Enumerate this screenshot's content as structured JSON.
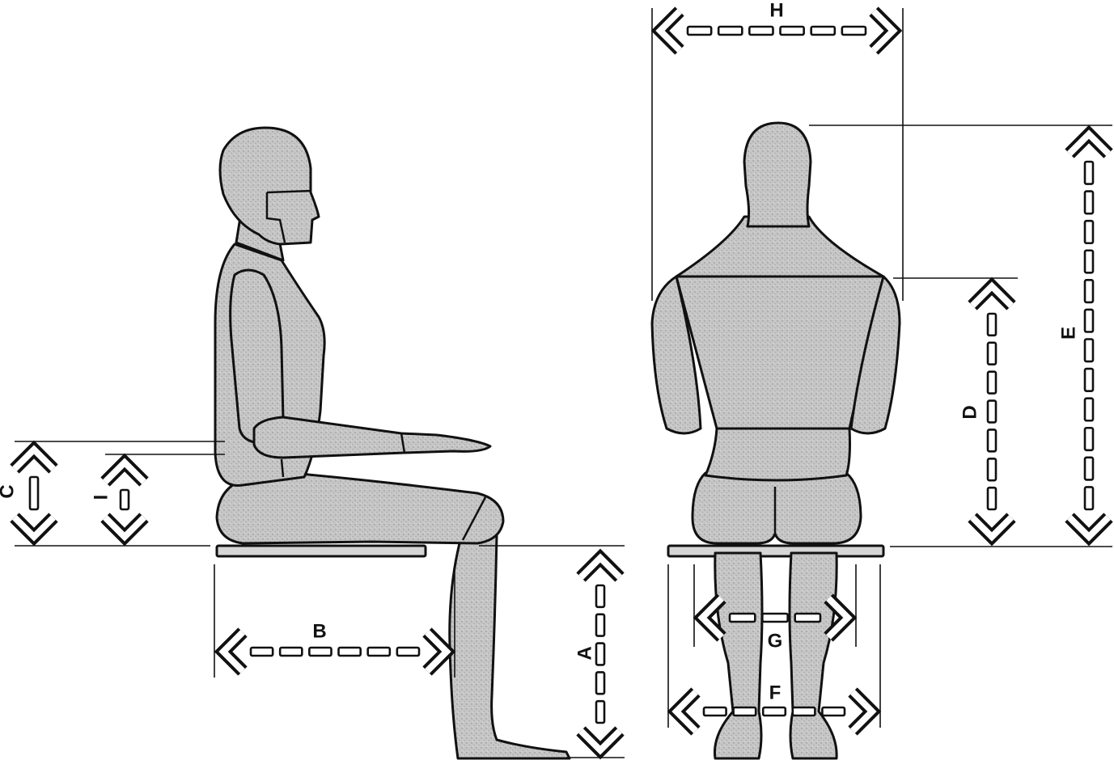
{
  "diagram": {
    "views": [
      "side-view",
      "front-view"
    ],
    "dimensions": {
      "A": "A",
      "B": "B",
      "C": "C",
      "D": "D",
      "E": "E",
      "F": "F",
      "G": "G",
      "H": "H",
      "I": "I"
    }
  },
  "colors": {
    "outline": "#111111",
    "fill": "#c4c4c4",
    "background": "#ffffff"
  }
}
